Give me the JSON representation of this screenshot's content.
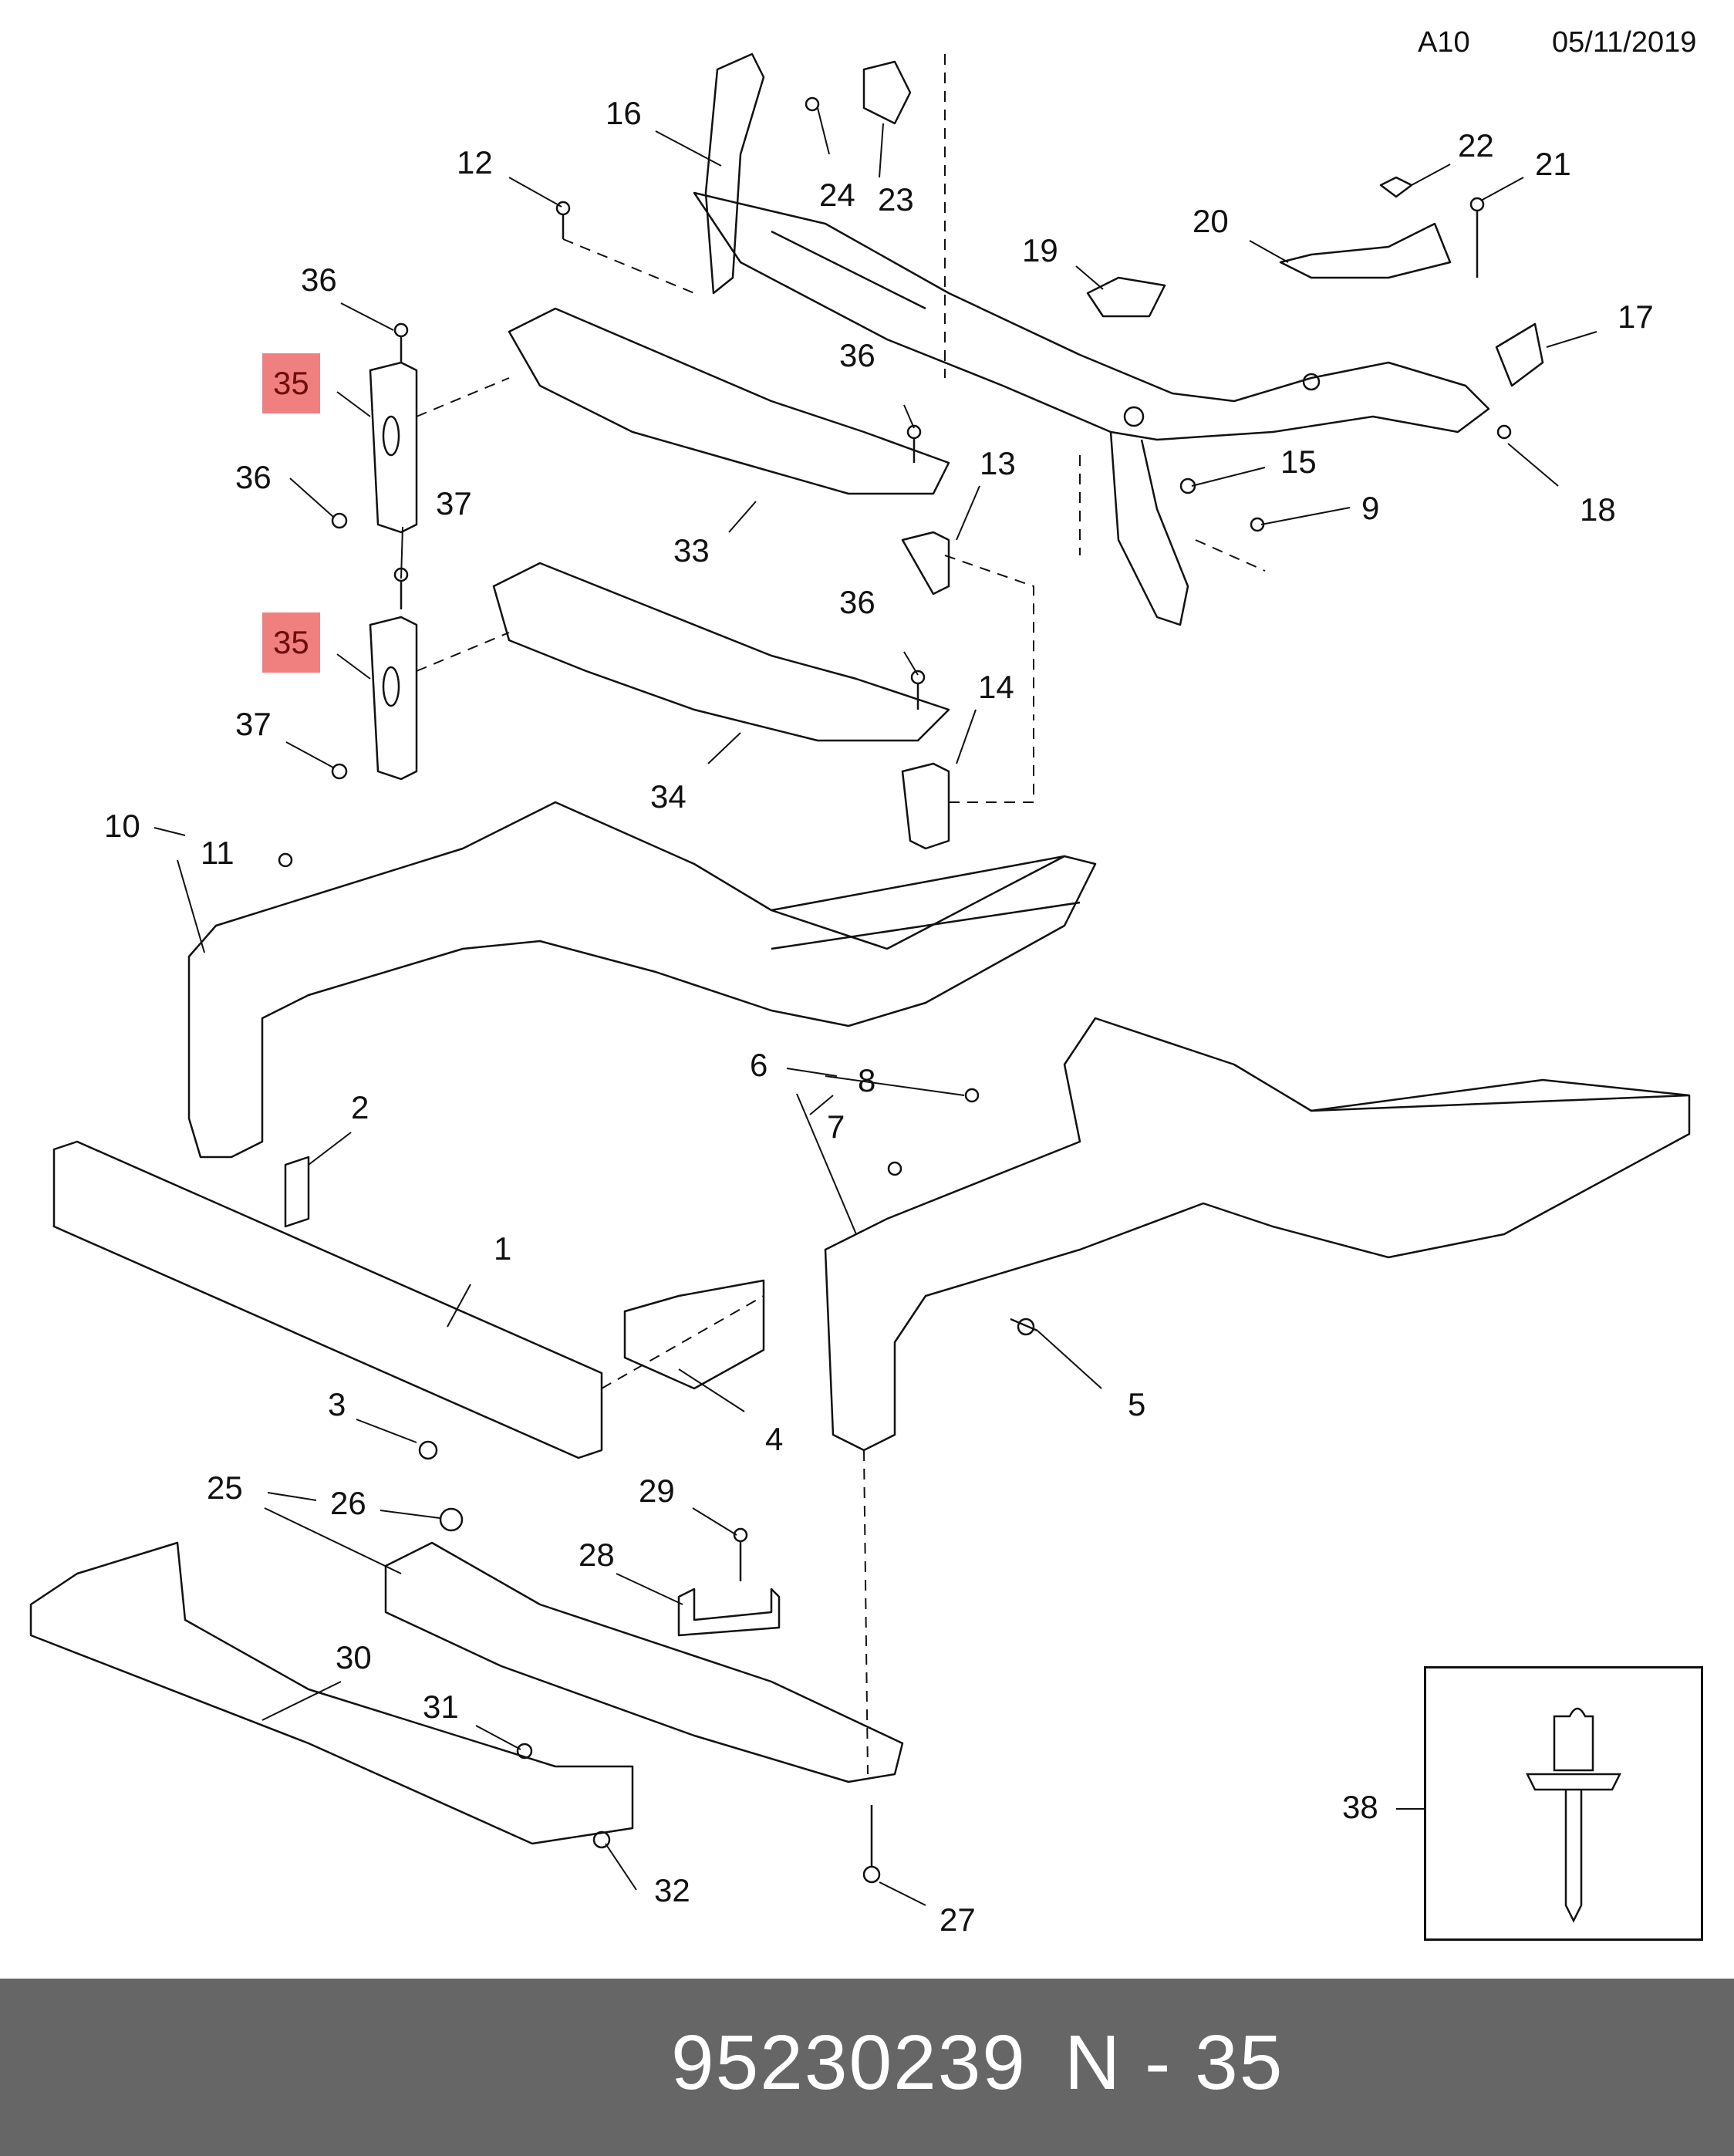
{
  "header": {
    "code": "A10",
    "date": "05/11/2019"
  },
  "callouts": [
    {
      "id": "c1",
      "label": "1"
    },
    {
      "id": "c2",
      "label": "2"
    },
    {
      "id": "c3",
      "label": "3"
    },
    {
      "id": "c4",
      "label": "4"
    },
    {
      "id": "c5",
      "label": "5"
    },
    {
      "id": "c6",
      "label": "6"
    },
    {
      "id": "c7",
      "label": "7"
    },
    {
      "id": "c8",
      "label": "8"
    },
    {
      "id": "c9",
      "label": "9"
    },
    {
      "id": "c10",
      "label": "10"
    },
    {
      "id": "c11",
      "label": "11"
    },
    {
      "id": "c12",
      "label": "12"
    },
    {
      "id": "c13",
      "label": "13"
    },
    {
      "id": "c14",
      "label": "14"
    },
    {
      "id": "c15",
      "label": "15"
    },
    {
      "id": "c16",
      "label": "16"
    },
    {
      "id": "c17",
      "label": "17"
    },
    {
      "id": "c18",
      "label": "18"
    },
    {
      "id": "c19",
      "label": "19"
    },
    {
      "id": "c20",
      "label": "20"
    },
    {
      "id": "c21",
      "label": "21"
    },
    {
      "id": "c22",
      "label": "22"
    },
    {
      "id": "c23",
      "label": "23"
    },
    {
      "id": "c24",
      "label": "24"
    },
    {
      "id": "c25",
      "label": "25"
    },
    {
      "id": "c26",
      "label": "26"
    },
    {
      "id": "c27",
      "label": "27"
    },
    {
      "id": "c28",
      "label": "28"
    },
    {
      "id": "c29",
      "label": "29"
    },
    {
      "id": "c30",
      "label": "30"
    },
    {
      "id": "c31",
      "label": "31"
    },
    {
      "id": "c32",
      "label": "32"
    },
    {
      "id": "c33",
      "label": "33"
    },
    {
      "id": "c34",
      "label": "34"
    },
    {
      "id": "c35a",
      "label": "35",
      "highlight": true
    },
    {
      "id": "c35b",
      "label": "35",
      "highlight": true
    },
    {
      "id": "c36a",
      "label": "36"
    },
    {
      "id": "c36b",
      "label": "36"
    },
    {
      "id": "c36c",
      "label": "36"
    },
    {
      "id": "c36d",
      "label": "36"
    },
    {
      "id": "c37a",
      "label": "37"
    },
    {
      "id": "c37b",
      "label": "37"
    },
    {
      "id": "c38",
      "label": "38"
    }
  ],
  "colors": {
    "highlight": "#f08080",
    "footer_bg": "#666666",
    "line": "#111111"
  },
  "footer": {
    "part_number": "95230239",
    "reference": "N - 35"
  }
}
